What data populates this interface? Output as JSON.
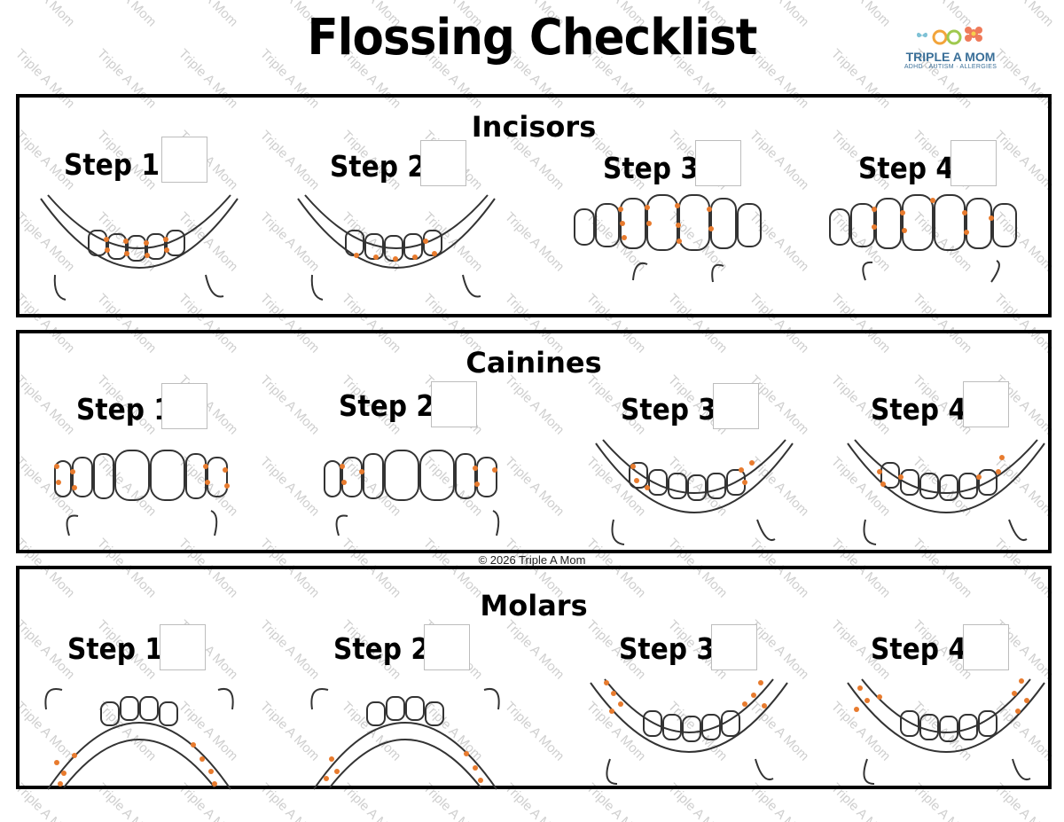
{
  "title": "Flossing Checklist",
  "logo": {
    "brand": "TRIPLE A MOM",
    "tagline": "ADHD · AUTISM · ALLERGIES"
  },
  "watermark_text": "Triple A Mom",
  "copyright": "© 2026 Triple A Mom",
  "colors": {
    "floss_dots": "#e87b2e",
    "border": "#000000",
    "watermark": "#cfcfcf",
    "logo_blue": "#3a6f98"
  },
  "sections": [
    {
      "title": "Incisors",
      "steps": [
        {
          "label": "Step 1",
          "checked": false,
          "art": "lower-arch-front-incisors"
        },
        {
          "label": "Step 2",
          "checked": false,
          "art": "lower-arch-front-incisors-alt"
        },
        {
          "label": "Step 3",
          "checked": false,
          "art": "front-row-center-teeth"
        },
        {
          "label": "Step 4",
          "checked": false,
          "art": "front-row-center-teeth-alt"
        }
      ]
    },
    {
      "title": "Cainines",
      "steps": [
        {
          "label": "Step 1",
          "checked": false,
          "art": "front-row-side-teeth"
        },
        {
          "label": "Step 2",
          "checked": false,
          "art": "front-row-side-teeth-alt"
        },
        {
          "label": "Step 3",
          "checked": false,
          "art": "lower-arch-canines"
        },
        {
          "label": "Step 4",
          "checked": false,
          "art": "lower-arch-canines-alt"
        }
      ]
    },
    {
      "title": "Molars",
      "steps": [
        {
          "label": "Step 1",
          "checked": false,
          "art": "upper-arch-back-molars"
        },
        {
          "label": "Step 2",
          "checked": false,
          "art": "upper-arch-back-molars-alt"
        },
        {
          "label": "Step 3",
          "checked": false,
          "art": "lower-arch-back-molars"
        },
        {
          "label": "Step 4",
          "checked": false,
          "art": "lower-arch-back-molars-alt"
        }
      ]
    }
  ]
}
